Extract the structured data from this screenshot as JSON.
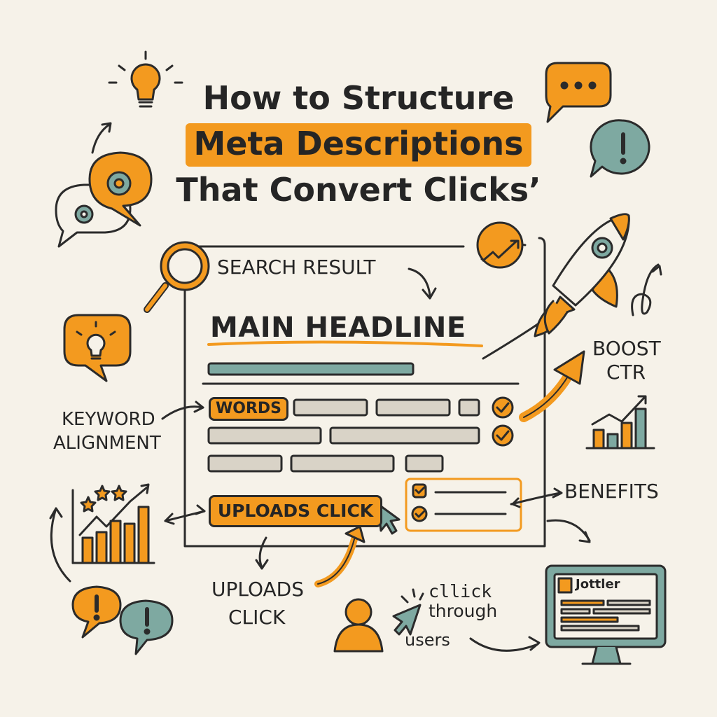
{
  "title": {
    "line1": "How to Structure",
    "line2": "Meta Descriptions",
    "line3": "That Convert Clicks’"
  },
  "card": {
    "search_result_label": "SEARCH RESULT",
    "main_headline": "MAIN HEADLINE",
    "words_pill": "WORDS",
    "cta_pill": "UPLOADS CLICK"
  },
  "annotations": {
    "keyword_line1": "KEYWORD",
    "keyword_line2": "ALIGNMENT",
    "boost_line1": "BOOST",
    "boost_line2": "CTR",
    "benefits": "BENEFITS",
    "uploads_line1": "UPLOADS",
    "uploads_line2": "CLICK",
    "clickthrough_line1": "cllick",
    "clickthrough_line2": "through",
    "users": "users"
  },
  "monitor": {
    "brand": "Jottler"
  },
  "colors": {
    "orange": "#f39a1f",
    "teal": "#7ea9a1",
    "gray": "#d9d3c7",
    "ink": "#2b2b2b",
    "paper": "#f6f2e9"
  },
  "icons": [
    "lightbulb-icon",
    "speech-bubble-icon",
    "alert-bubble-icon",
    "gear-bubble-icon",
    "magnifier-icon",
    "trend-icon",
    "rocket-icon",
    "bar-chart-icon",
    "checkmark-icon",
    "cursor-icon",
    "user-icon",
    "monitor-icon"
  ]
}
